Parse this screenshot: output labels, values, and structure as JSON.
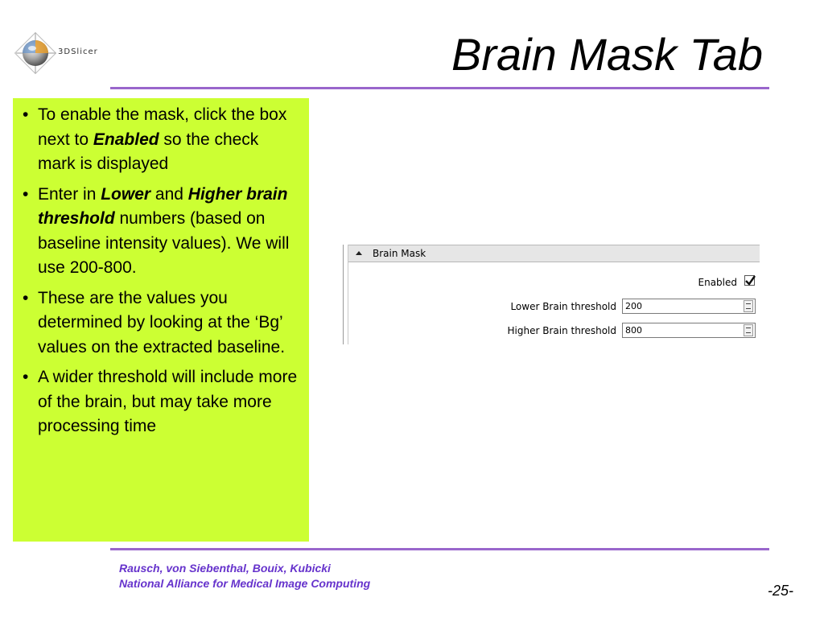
{
  "logo": {
    "text": "3DSlicer",
    "icon": "slicer-sphere-icon"
  },
  "title": "Brain Mask Tab",
  "bullets": [
    {
      "parts": [
        {
          "text": "To enable the mask, click the box next to ",
          "bold_italic": false
        },
        {
          "text": "Enabled",
          "bold_italic": true
        },
        {
          "text": " so the check mark is displayed",
          "bold_italic": false
        }
      ]
    },
    {
      "parts": [
        {
          "text": "Enter in ",
          "bold_italic": false
        },
        {
          "text": "Lower",
          "bold_italic": true
        },
        {
          "text": " and ",
          "bold_italic": false
        },
        {
          "text": "Higher brain threshold",
          "bold_italic": true
        },
        {
          "text": " numbers (based on baseline intensity values). We will use 200-800.",
          "bold_italic": false
        }
      ]
    },
    {
      "parts": [
        {
          "text": "These are the values you determined by looking at the ‘Bg’ values on the extracted baseline.",
          "bold_italic": false
        }
      ]
    },
    {
      "parts": [
        {
          "text": "A wider threshold will include more of the brain, but may take more processing time",
          "bold_italic": false
        }
      ]
    }
  ],
  "panel": {
    "title": "Brain Mask",
    "enabled_label": "Enabled",
    "enabled_checked": true,
    "lower_label": "Lower Brain threshold",
    "lower_value": "200",
    "higher_label": "Higher Brain threshold",
    "higher_value": "800"
  },
  "footer": {
    "authors": "Rausch, von Siebenthal, Bouix, Kubicki",
    "org": "National Alliance for Medical Image Computing"
  },
  "page_number": "-25-",
  "colors": {
    "accent": "#9966cc",
    "highlight": "#ccff33",
    "footer_text": "#6633cc"
  }
}
